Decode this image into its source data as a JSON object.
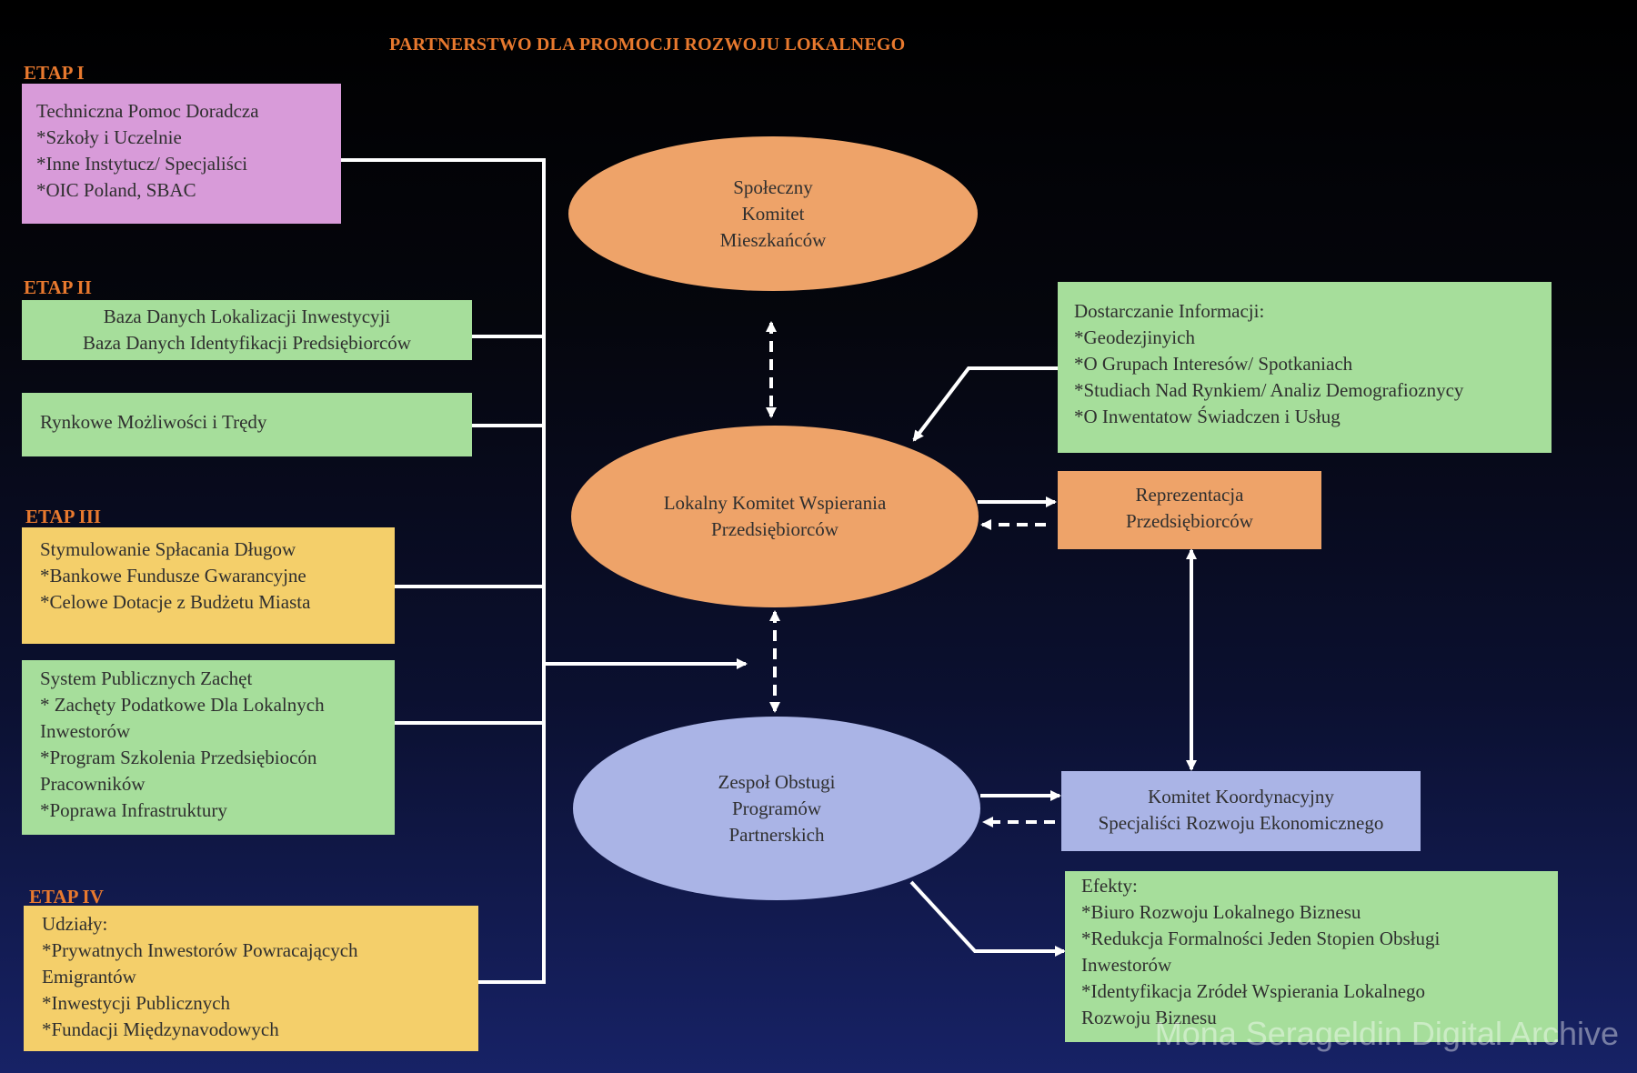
{
  "title": "PARTNERSTWO DLA PROMOCJI ROZWOJU LOKALNEGO",
  "stages": [
    "ETAP I",
    "ETAP II",
    "ETAP III",
    "ETAP IV"
  ],
  "left_boxes": {
    "technical_help": [
      "Techniczna Pomoc Doradcza",
      "*Szkoły i Uczelnie",
      "*Inne Instytucz/ Specjaliści",
      "*OIC Poland,  SBAC"
    ],
    "databases": [
      "Baza Danych Lokalizacji Inwestycyji",
      "Baza Danych Identyfikacji Predsiębiorców"
    ],
    "market": [
      "Rynkowe Możliwości i Trędy"
    ],
    "debt": [
      "Stymulowanie Spłacania Długow",
      "*Bankowe Fundusze Gwarancyjne",
      "*Celowe Dotacje z Budżetu Miasta"
    ],
    "incentives": [
      "System Publicznych Zachęt",
      "* Zachęty Podatkowe Dla Lokalnych",
      "Inwestorów",
      "*Program Szkolenia Przedsiębiocón",
      "Pracowników",
      "*Poprawa Infrastruktury"
    ],
    "shares": [
      "Udziały:",
      "*Prywatnych Inwestorów Powracających",
      "Emigrantów",
      "*Inwestycji Publicznych",
      "*Fundacji Międzynavodowych"
    ]
  },
  "ellipses": {
    "community": [
      "Społeczny",
      "Komitet",
      "Mieszkańców"
    ],
    "local_committee": [
      "Lokalny Komitet Wspierania",
      "Przedsiębiorców"
    ],
    "team": [
      "Zespoł Obstugi",
      "Programów",
      "Partnerskich"
    ]
  },
  "right_boxes": {
    "information": [
      "Dostarczanie Informacji:",
      "*Geodezjinyich",
      "*O Grupach Interesów/ Spotkaniach",
      "*Studiach Nad Rynkiem/ Analiz Demografioznycy",
      "*O Inwentatow Świadczen i Usług"
    ],
    "representation": [
      "Reprezentacja",
      "Przedsiębiorców"
    ],
    "coordination": [
      "Komitet Koordynacyjny",
      "Specjaliści Rozwoju Ekonomicznego"
    ],
    "effects": [
      "Efekty:",
      "*Biuro Rozwoju Lokalnego Biznesu",
      "*Redukcja Formalności Jeden Stopien Obsługi",
      "Inwestorów",
      "*Identyfikacja Zródeł Wspierania Lokalnego",
      "Rozwoju Biznesu"
    ]
  },
  "watermark": "Mona Serageldin Digital Archive",
  "colors": {
    "title_orange": "#e8792e",
    "violet": "#d89bd9",
    "green": "#a6de9b",
    "yellow": "#f4cf6a",
    "orange": "#eea369",
    "blue": "#aab4e6",
    "connector": "#ffffff"
  }
}
